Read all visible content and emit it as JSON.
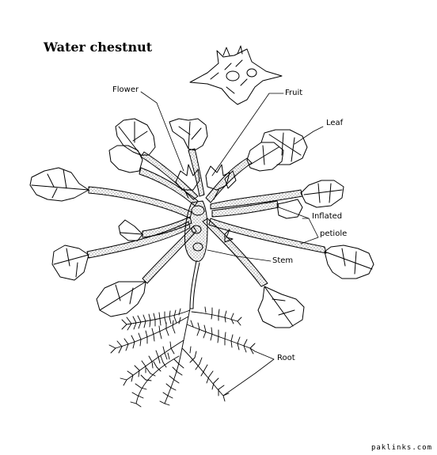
{
  "title": "Water chestnut",
  "labels": {
    "flower": "Flower",
    "fruit": "Fruit",
    "leaf": "Leaf",
    "inflated": "Inflated",
    "petiole": "petiole",
    "stem": "Stem",
    "root": "Root"
  },
  "credit": "paklinks.com",
  "colors": {
    "ink": "#000000",
    "paper": "#ffffff"
  }
}
